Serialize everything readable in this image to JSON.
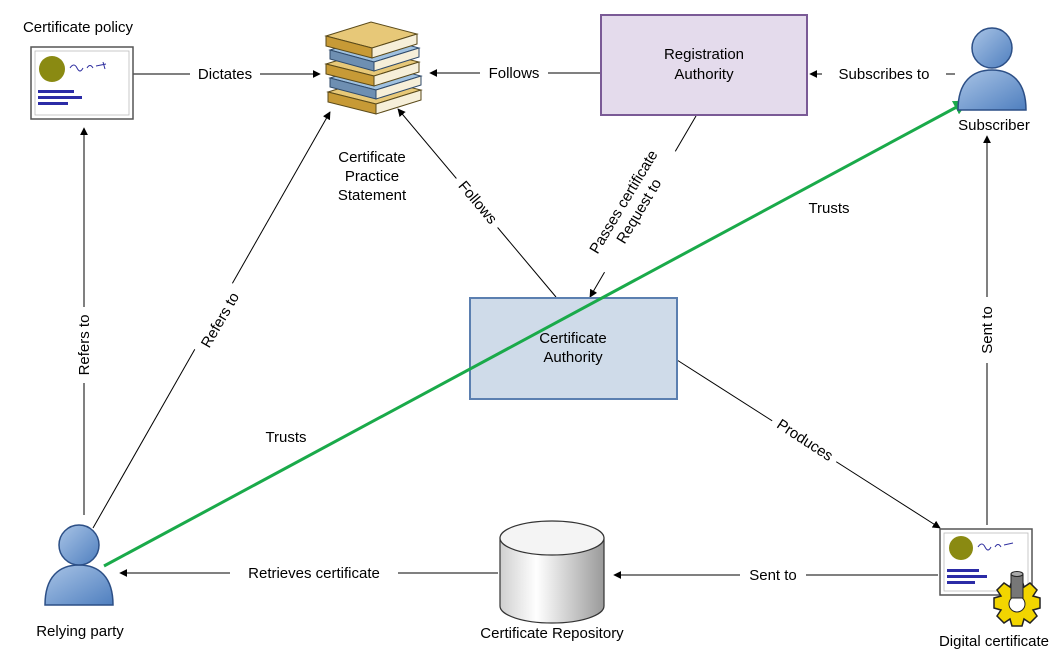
{
  "nodes": {
    "certificate_policy": "Certificate policy",
    "cps_line1": "Certificate",
    "cps_line2": "Practice",
    "cps_line3": "Statement",
    "ra_line1": "Registration",
    "ra_line2": "Authority",
    "subscriber": "Subscriber",
    "ca_line1": "Certificate",
    "ca_line2": "Authority",
    "relying_party": "Relying party",
    "repository": "Certificate Repository",
    "digital_certificate": "Digital certificate"
  },
  "edges": {
    "dictates": "Dictates",
    "follows_ra": "Follows",
    "subscribes_to": "Subscribes to",
    "follows_ca": "Follows",
    "passes_line1": "Passes certificate",
    "passes_line2": "Request to",
    "trusts_subscriber": "Trusts",
    "refers_to_policy": "Refers to",
    "refers_to_cps": "Refers to",
    "sent_to_subscriber": "Sent to",
    "trusts_ca": "Trusts",
    "produces": "Produces",
    "retrieves_certificate": "Retrieves certificate",
    "sent_to_repository": "Sent to"
  },
  "colors": {
    "trust_line": "#1aaa4a",
    "ca_fill": "#cfdbe9",
    "ca_border": "#5b7fb0",
    "ra_fill": "#e4dbec",
    "ra_border": "#7a5a96",
    "person_fill": "#6f99cc"
  },
  "icons": [
    "certificate-document-icon",
    "books-icon",
    "person-icon",
    "database-cylinder-icon",
    "certificate-gear-icon"
  ]
}
